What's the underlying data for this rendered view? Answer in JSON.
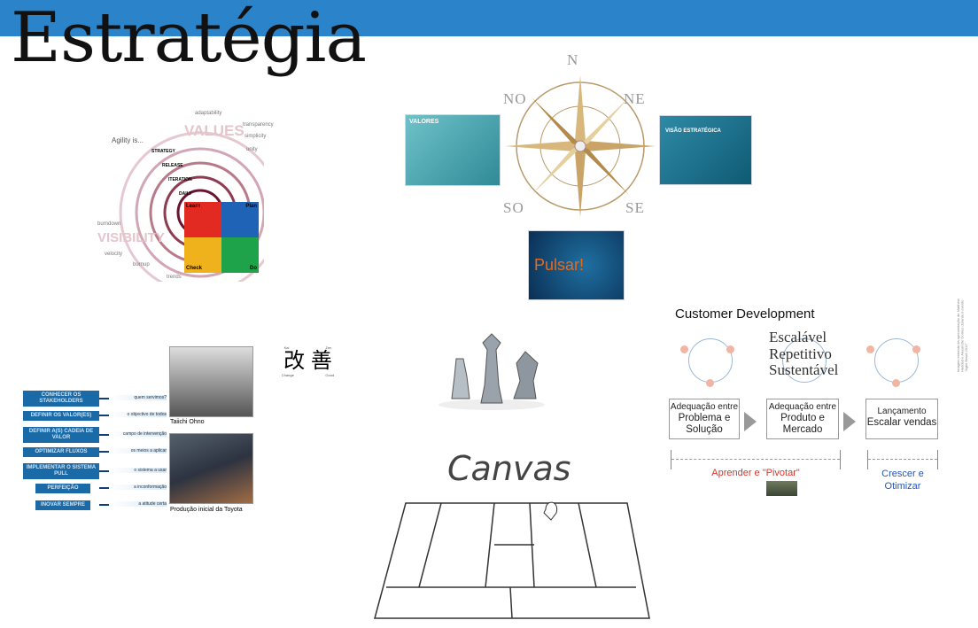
{
  "slide": {
    "title": "Estratégia",
    "header_color": "#2b83c9"
  },
  "agile": {
    "intro": "Agility is...",
    "values_word": "VALUES",
    "visibility_word": "VISIBILITY",
    "values": [
      "adaptability",
      "transparency",
      "simplicity",
      "unity"
    ],
    "levels": [
      "STRATEGY",
      "RELEASE",
      "ITERATION",
      "DAILY"
    ],
    "pdca": [
      "Learn",
      "Plan",
      "Check",
      "Do"
    ],
    "charts": [
      "burndown",
      "velocity",
      "burnup",
      "trends"
    ]
  },
  "compass": {
    "directions": [
      "N",
      "NO",
      "NE",
      "SO",
      "SE"
    ]
  },
  "slides": {
    "valores": "VALORES",
    "visao": "VISÃO ESTRATÉGICA",
    "pulsar": "Pulsar!"
  },
  "lean": {
    "steps": [
      {
        "step": "CONHECER OS STAKEHOLDERS",
        "note": "quem servimos?"
      },
      {
        "step": "DEFINIR OS VALOR(ES)",
        "note": "o objectivo de todos"
      },
      {
        "step": "DEFINIR A(S) CADEIA DE VALOR",
        "note": "campo de intervenção"
      },
      {
        "step": "OPTIMIZAR FLUXOS",
        "note": "os meios a aplicar"
      },
      {
        "step": "IMPLEMENTAR O SISTEMA PULL",
        "note": "o sistema a usar"
      },
      {
        "step": "PERFEIÇÃO",
        "note": "a inconformação"
      },
      {
        "step": "INOVAR SEMPRE",
        "note": "a atitude certa"
      }
    ],
    "ohno_caption": "Taiichi Ohno",
    "toyota_caption": "Produção inicial da Toyota",
    "kaizen": {
      "chars": "改 善",
      "top": [
        "Kai",
        "Zen"
      ],
      "bottom": [
        "Change",
        "Good"
      ]
    }
  },
  "canvas": {
    "title": "Canvas"
  },
  "customer_dev": {
    "title": "Customer Development",
    "overlay": [
      "Escalável",
      "Repetitivo",
      "Sustentável"
    ],
    "boxes": [
      {
        "small": "Adequação entre",
        "big": "Problema e Solução"
      },
      {
        "small": "Adequação entre",
        "big": "Produto e Mercado"
      },
      {
        "small": "Lançamento",
        "big": "Escalar vendas"
      }
    ],
    "phase_left": "Aprender e \"Pivotar\"",
    "phase_right": "Crescer e Otimizar",
    "left_color": "#d9342b",
    "right_color": "#2356b8"
  },
  "side_note": "Imagem extraída da apresentação de Matthew Haddad e Alexandre Gomes durante o evento \"Agile Brazil 2012\""
}
